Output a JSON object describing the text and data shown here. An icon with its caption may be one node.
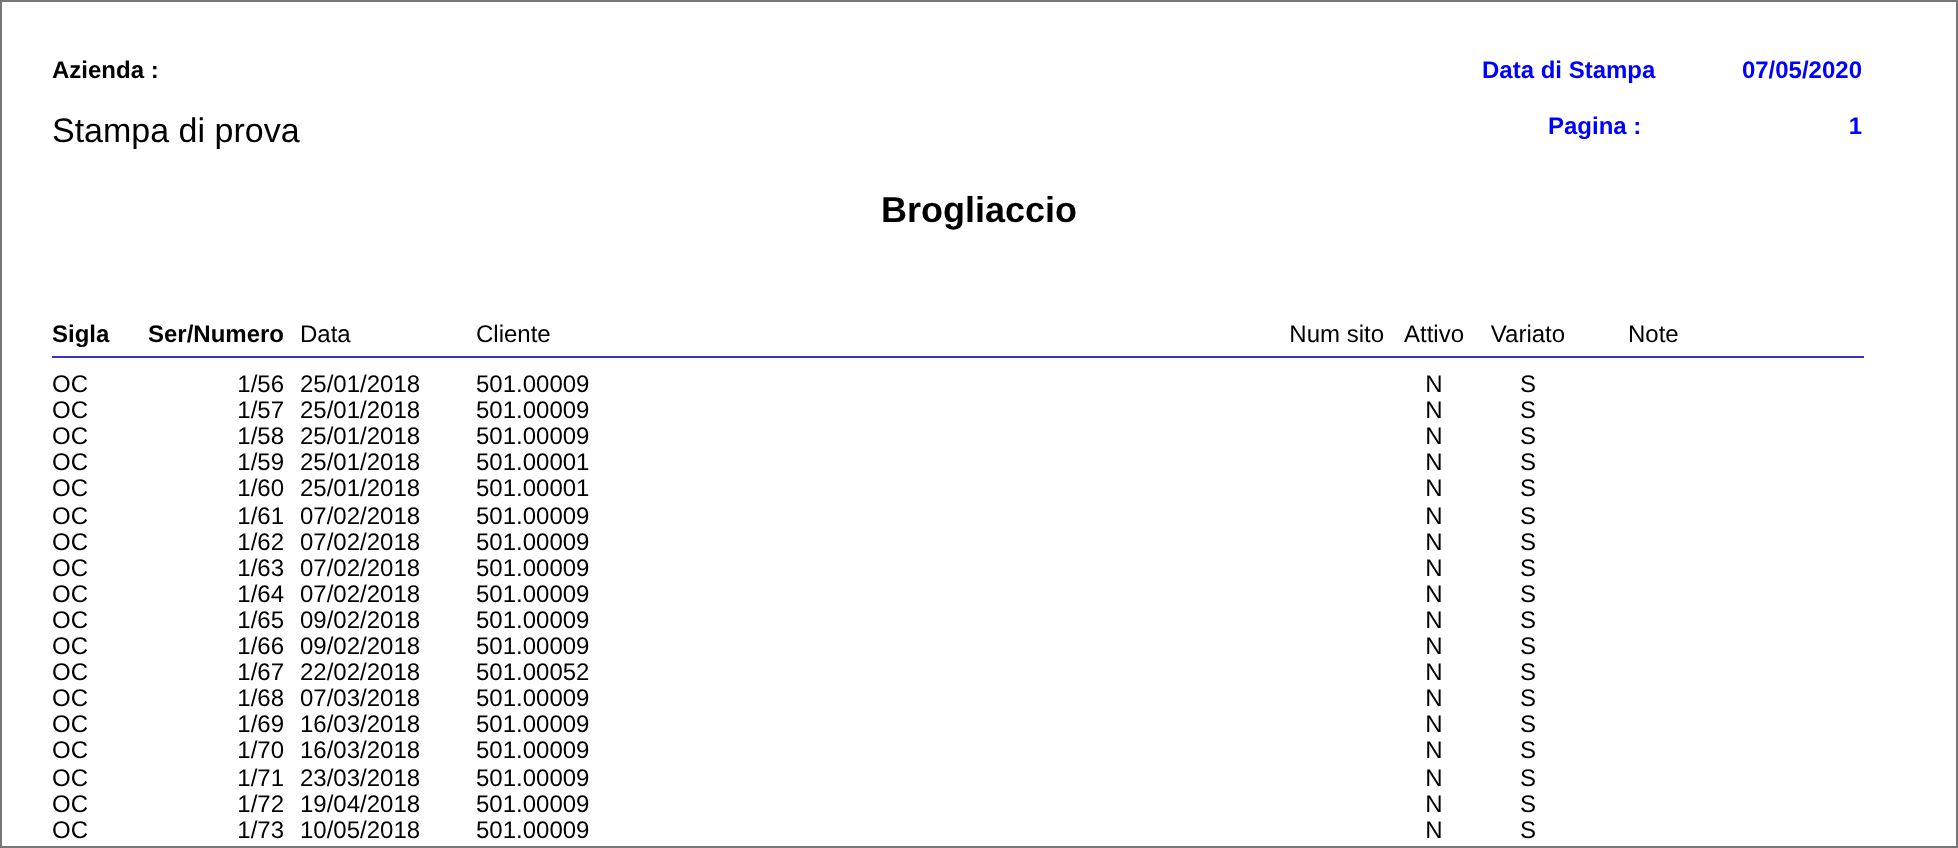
{
  "diagram": {
    "title": "Brogliaccio",
    "labels": [
      "Azienda :",
      "Data di Stampa",
      "07/05/2020",
      "Stampa di prova",
      "Pagina :",
      "1",
      "Sigla",
      "Ser/Numero",
      "Data",
      "Cliente",
      "Num sito",
      "Attivo",
      "Variato",
      "Note",
      "OC",
      "1/56",
      "25/01/2018",
      "501.00009",
      "N",
      "S",
      "OC",
      "1/57",
      "25/01/2018",
      "501.00009",
      "N",
      "S",
      "OC",
      "1/58",
      "25/01/2018",
      "501.00009",
      "N",
      "S",
      "OC",
      "1/59",
      "25/01/2018",
      "501.00001",
      "N",
      "S",
      "OC",
      "1/60",
      "25/01/2018",
      "501.00001",
      "N",
      "S",
      "OC",
      "1/61",
      "07/02/2018",
      "501.00009",
      "N",
      "S",
      "OC",
      "1/62",
      "07/02/2018",
      "501.00009",
      "N",
      "S",
      "OC",
      "1/63",
      "07/02/2018",
      "501.00009",
      "N",
      "S",
      "OC",
      "1/64",
      "07/02/2018",
      "501.00009",
      "N",
      "S",
      "OC",
      "1/65",
      "09/02/2018",
      "501.00009",
      "N",
      "S",
      "OC",
      "1/66",
      "09/02/2018",
      "501.00009",
      "N",
      "S",
      "OC",
      "1/67",
      "22/02/2018",
      "501.00052",
      "N",
      "S",
      "OC",
      "1/68",
      "07/03/2018",
      "501.00009",
      "N",
      "S",
      "OC",
      "1/69",
      "16/03/2018",
      "501.00009",
      "N",
      "S",
      "OC",
      "1/70",
      "16/03/2018",
      "501.00009",
      "N",
      "S",
      "OC",
      "1/71",
      "23/03/2018",
      "501.00009",
      "N",
      "S",
      "OC",
      "1/72",
      "19/04/2018",
      "501.00009",
      "N",
      "S",
      "OC",
      "1/73",
      "10/05/2018",
      "501.00009",
      "N",
      "S"
    ]
  }
}
